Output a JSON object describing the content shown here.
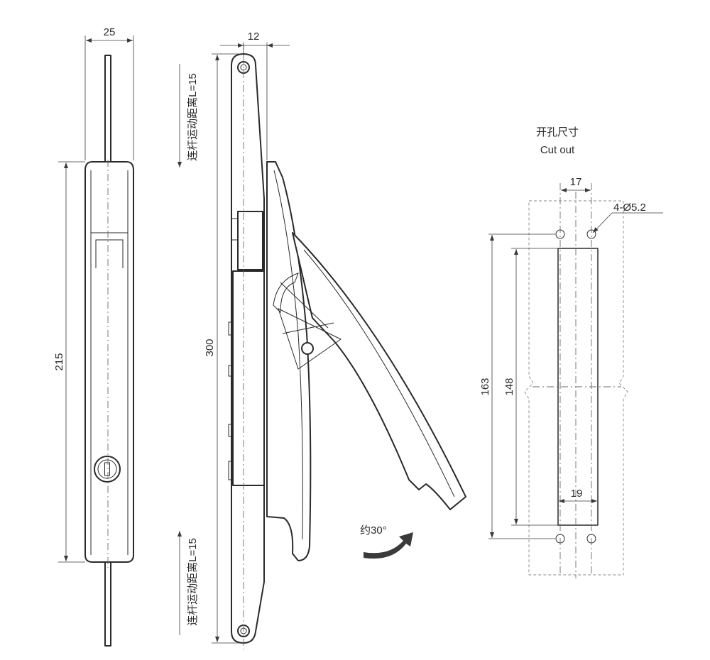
{
  "front_view": {
    "width_dim": "25",
    "height_dim": "215"
  },
  "side_view": {
    "plate_offset_dim": "12",
    "length_dim": "300",
    "rod_travel_top": "连杆运动距离L=15",
    "rod_travel_bottom": "连杆运动距离L=15",
    "handle_angle": "约30°"
  },
  "cutout": {
    "title_cn": "开孔尺寸",
    "title_en": "Cut out",
    "hole_spacing_dim": "17",
    "hole_spec": "4-Ø5.2",
    "hole_pitch_dim": "163",
    "slot_length_dim": "148",
    "slot_width_dim": "19"
  }
}
